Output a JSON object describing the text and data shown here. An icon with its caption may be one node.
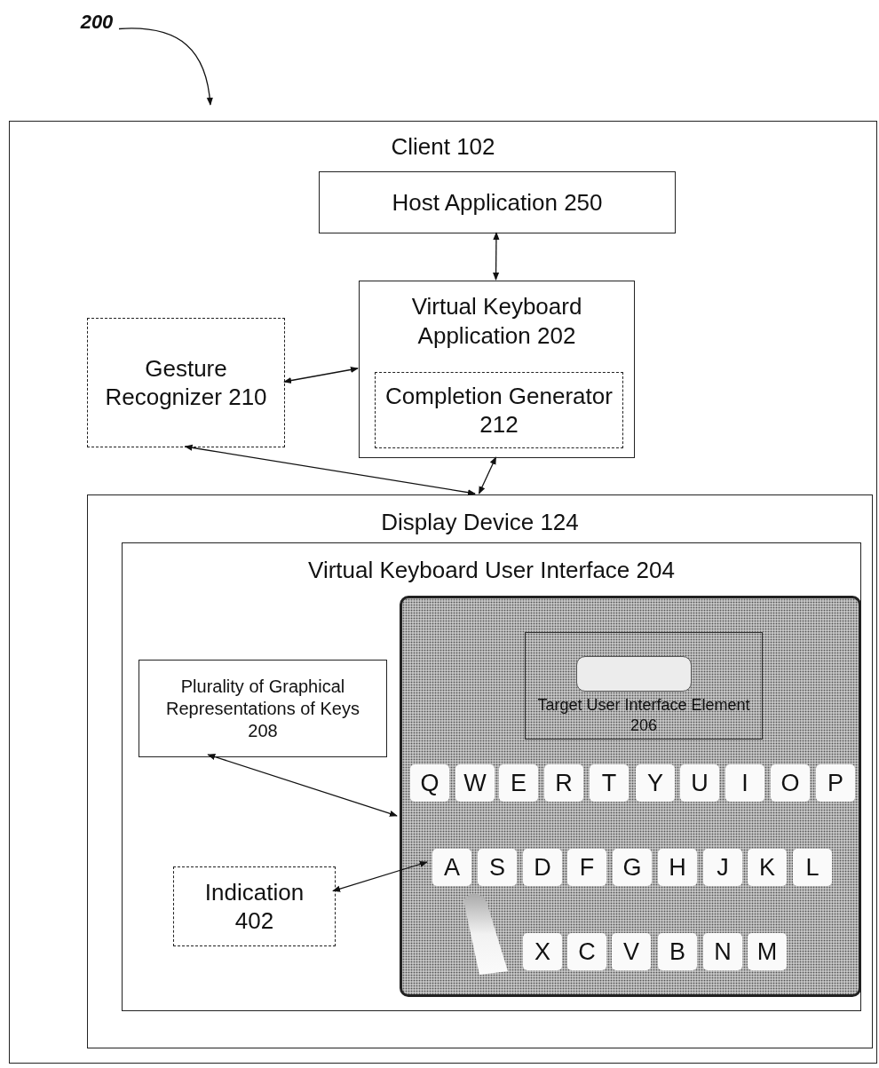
{
  "diagram": {
    "nodes": [
      {
        "text": [
          "200"
        ]
      },
      {
        "text": [
          "Client 102"
        ]
      },
      {
        "text": [
          "Host Application 250"
        ],
        "in": 1
      },
      {
        "text": [
          "Virtual Keyboard Application 202"
        ],
        "in": 1
      },
      {
        "text": [
          "Completion Generator 212"
        ],
        "in": 3
      },
      {
        "text": [
          "Gesture Recognizer 210"
        ],
        "in": 1
      },
      {
        "text": [
          "Display Device 124"
        ],
        "in": 1
      },
      {
        "text": [
          "Virtual Keyboard User Interface 204"
        ],
        "in": 6
      },
      {
        "text": [
          "Plurality of Graphical Representations of Keys 208"
        ],
        "in": 7
      },
      {
        "text": [],
        "shape": "box",
        "in": 7
      },
      {
        "text": [
          "Target User Interface Element 206"
        ],
        "in": 9
      },
      {
        "text": [],
        "shape": "box",
        "in": 10
      },
      {
        "text": [
          "Q"
        ],
        "in": 9
      },
      {
        "text": [
          "W"
        ],
        "in": 9
      },
      {
        "text": [
          "E"
        ],
        "in": 9
      },
      {
        "text": [
          "R"
        ],
        "in": 9
      },
      {
        "text": [
          "T"
        ],
        "in": 9
      },
      {
        "text": [
          "Y"
        ],
        "in": 9
      },
      {
        "text": [
          "U"
        ],
        "in": 9
      },
      {
        "text": [
          "I"
        ],
        "in": 9
      },
      {
        "text": [
          "O"
        ],
        "in": 9
      },
      {
        "text": [
          "P"
        ],
        "in": 9
      },
      {
        "text": [
          "A"
        ],
        "in": 9
      },
      {
        "text": [
          "S"
        ],
        "in": 9
      },
      {
        "text": [
          "D"
        ],
        "in": 9
      },
      {
        "text": [
          "F"
        ],
        "in": 9
      },
      {
        "text": [
          "G"
        ],
        "in": 9
      },
      {
        "text": [
          "H"
        ],
        "in": 9
      },
      {
        "text": [
          "J"
        ],
        "in": 9
      },
      {
        "text": [
          "K"
        ],
        "in": 9
      },
      {
        "text": [
          "L"
        ],
        "in": 9
      },
      {
        "text": [
          "X"
        ],
        "in": 9
      },
      {
        "text": [
          "C"
        ],
        "in": 9
      },
      {
        "text": [
          "V"
        ],
        "in": 9
      },
      {
        "text": [
          "B"
        ],
        "in": 9
      },
      {
        "text": [
          "N"
        ],
        "in": 9
      },
      {
        "text": [
          "M"
        ],
        "in": 9
      },
      {
        "text": [
          "Indication 402"
        ],
        "in": 7
      }
    ],
    "edges": [
      {
        "from": 0,
        "to": 1,
        "arrow": "to"
      },
      {
        "from": 2,
        "to": 3,
        "arrow": "both"
      },
      {
        "from": 5,
        "to": 3,
        "arrow": "both"
      },
      {
        "from": 5,
        "to": 6,
        "arrow": "both"
      },
      {
        "from": 3,
        "to": 6,
        "arrow": "both"
      },
      {
        "from": 8,
        "to": 9,
        "arrow": "both"
      },
      {
        "from": 37,
        "to": 22,
        "arrow": "both"
      }
    ]
  }
}
